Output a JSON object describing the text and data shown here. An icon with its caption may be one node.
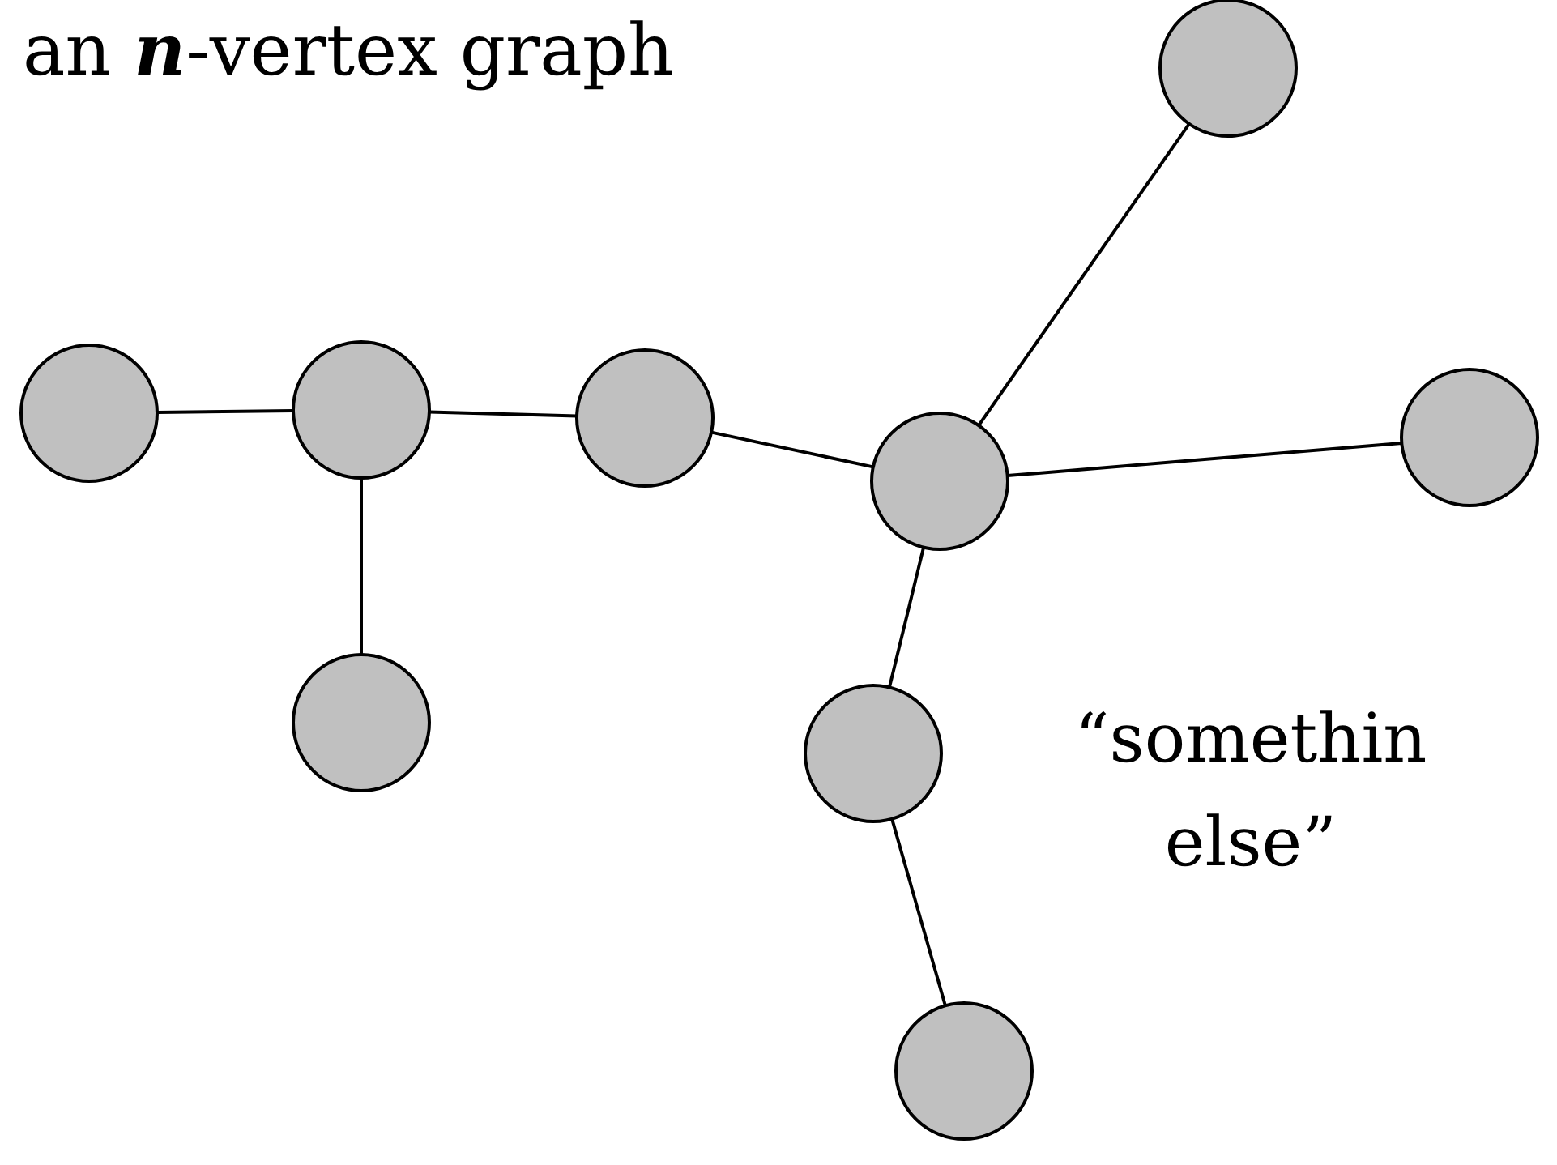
{
  "diagram": {
    "title": "an **n**-vertex graph",
    "nodes": [
      {
        "text": [],
        "shape": "circle"
      },
      {
        "text": [],
        "shape": "circle"
      },
      {
        "text": [],
        "shape": "circle"
      },
      {
        "text": [],
        "shape": "circle"
      },
      {
        "text": [],
        "shape": "circle"
      },
      {
        "text": [],
        "shape": "circle"
      },
      {
        "text": [],
        "shape": "circle"
      },
      {
        "text": [],
        "shape": "circle"
      },
      {
        "text": [],
        "shape": "circle"
      }
    ],
    "edges": [
      {
        "from": 0,
        "to": 1,
        "arrow": "none"
      },
      {
        "from": 1,
        "to": 3,
        "arrow": "none"
      },
      {
        "from": 1,
        "to": 2,
        "arrow": "none"
      },
      {
        "from": 3,
        "to": 5,
        "arrow": "none"
      },
      {
        "from": 5,
        "to": 7,
        "arrow": "none"
      },
      {
        "from": 5,
        "to": 8,
        "arrow": "none"
      },
      {
        "from": 5,
        "to": 4,
        "arrow": "none"
      },
      {
        "from": 4,
        "to": 6,
        "arrow": "none"
      }
    ],
    "labels": [
      "“somethin else”"
    ]
  }
}
